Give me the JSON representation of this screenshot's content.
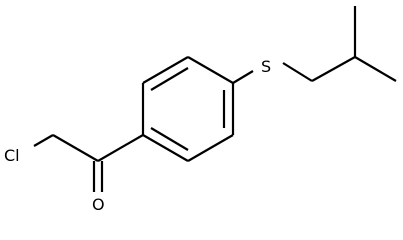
{
  "structure": {
    "atom_labels": {
      "chlorine": "Cl",
      "oxygen": "O",
      "sulfur": "S"
    },
    "colors": {
      "bond": "#000000",
      "label": "#000000",
      "background": "#ffffff"
    }
  }
}
